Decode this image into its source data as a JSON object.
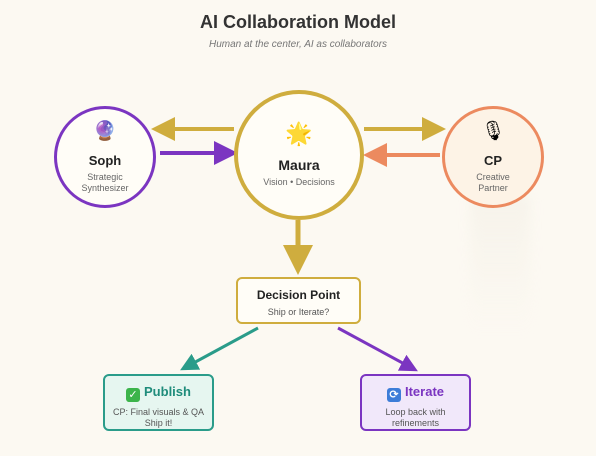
{
  "title": "AI Collaboration Model",
  "subtitle": "Human at the center, AI as collaborators",
  "nodes": {
    "soph": {
      "icon": "crystal-ball-icon",
      "glyph": "🔮",
      "name": "Soph",
      "role_line1": "Strategic",
      "role_line2": "Synthesizer",
      "color": "#7b35c1"
    },
    "maura": {
      "icon": "glowing-star-icon",
      "glyph": "🌟",
      "name": "Maura",
      "role": "Vision • Decisions",
      "color": "#cfad3e"
    },
    "cp": {
      "icon": "microphone-icon",
      "glyph": "🎙",
      "name": "CP",
      "role_line1": "Creative",
      "role_line2": "Partner",
      "color": "#ec8a5f"
    },
    "decision": {
      "title": "Decision Point",
      "subtitle": "Ship or Iterate?",
      "color": "#cfad3e"
    },
    "publish": {
      "icon": "check-mark-icon",
      "glyph": "✓",
      "title": "Publish",
      "line1": "CP: Final visuals & QA",
      "line2": "Ship it!",
      "color": "#2a9c8a"
    },
    "iterate": {
      "icon": "cycle-arrows-icon",
      "glyph": "⟳",
      "title": "Iterate",
      "line1": "Loop back with",
      "line2": "refinements",
      "color": "#7b35c1"
    }
  },
  "edges": [
    {
      "from": "maura",
      "to": "soph",
      "color": "#cfad3e"
    },
    {
      "from": "soph",
      "to": "maura",
      "color": "#7b35c1"
    },
    {
      "from": "maura",
      "to": "cp",
      "color": "#cfad3e"
    },
    {
      "from": "cp",
      "to": "maura",
      "color": "#ec8a5f"
    },
    {
      "from": "maura",
      "to": "decision",
      "color": "#cfad3e"
    },
    {
      "from": "decision",
      "to": "publish",
      "color": "#2a9c8a"
    },
    {
      "from": "decision",
      "to": "iterate",
      "color": "#7b35c1"
    }
  ]
}
